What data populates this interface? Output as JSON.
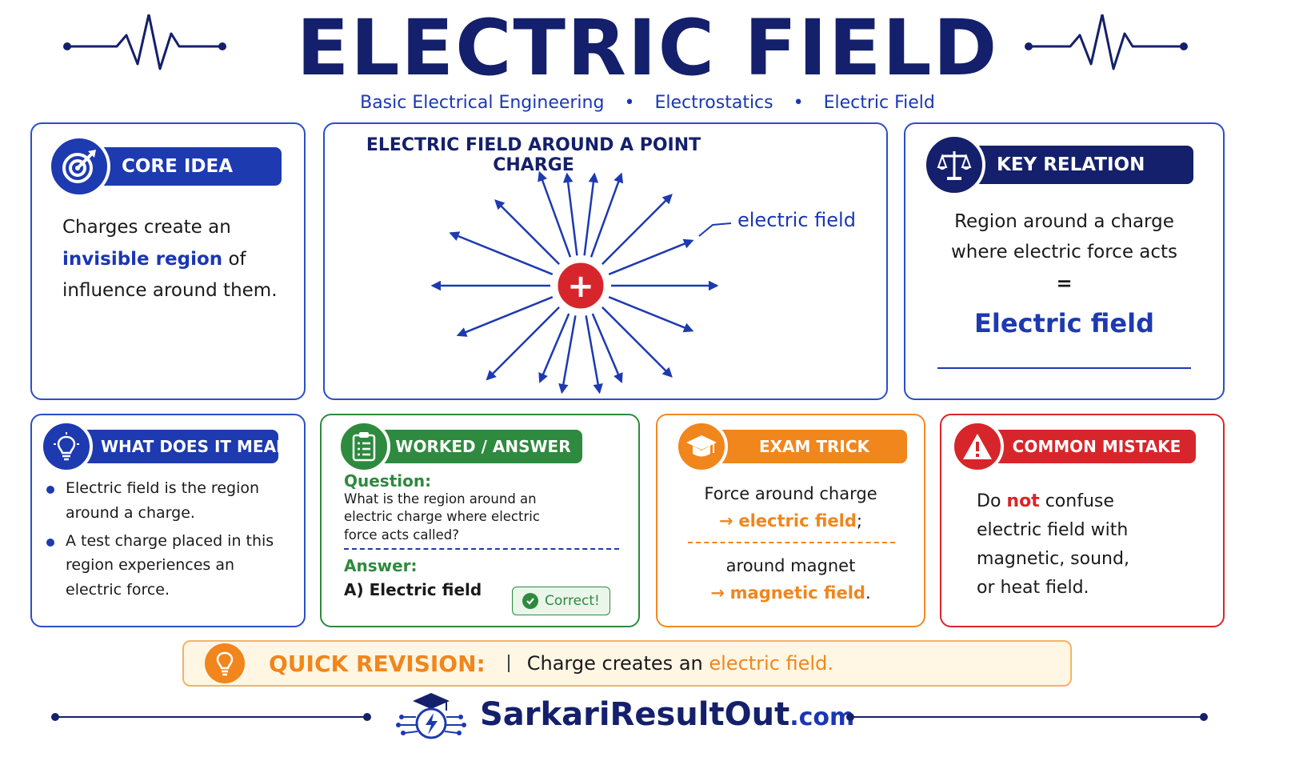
{
  "header": {
    "title": "ELECTRIC FIELD",
    "breadcrumb": [
      "Basic Electrical Engineering",
      "Electrostatics",
      "Electric Field"
    ],
    "separator": "•"
  },
  "core_idea": {
    "label": "CORE IDEA",
    "icon": "target-icon",
    "line1": "Charges create an",
    "highlight": "invisible region",
    "line2_rest": " of",
    "line3": "influence around them."
  },
  "diagram": {
    "title": "ELECTRIC FIELD AROUND A POINT CHARGE",
    "field_label": "electric field",
    "charge_symbol": "+"
  },
  "key_relation": {
    "label": "KEY RELATION",
    "icon": "scales-icon",
    "line1": "Region around a charge",
    "line2": "where electric force acts",
    "equals": "=",
    "result": "Electric field"
  },
  "meaning": {
    "label": "WHAT DOES IT MEAN?",
    "icon": "lightbulb-icon",
    "bullets": [
      "Electric field is the region around a charge.",
      "A test charge placed in this region experiences an electric force."
    ]
  },
  "worked": {
    "label": "WORKED / ANSWER",
    "icon": "clipboard-icon",
    "question_label": "Question:",
    "question": "What is the region around an electric charge where electric force acts called?",
    "answer_label": "Answer:",
    "answer": "A) Electric field",
    "correct": "Correct!"
  },
  "exam_trick": {
    "label": "EXAM TRICK",
    "icon": "graduation-cap-icon",
    "line1": "Force around charge",
    "arrow": "→",
    "result1": "electric field",
    "result1_suffix": ";",
    "line2": "around magnet",
    "result2": "magnetic field",
    "result2_suffix": "."
  },
  "mistake": {
    "label": "COMMON MISTAKE",
    "icon": "warning-icon",
    "pre": "Do ",
    "emph": "not",
    "post": " confuse",
    "line2": "electric field with",
    "line3": "magnetic, sound,",
    "line4": "or heat field."
  },
  "quick_revision": {
    "label": "QUICK REVISION:",
    "text": "Charge creates an ",
    "highlight": "electric field."
  },
  "footer": {
    "brand": "SarkariResultOut",
    "tld": ".com"
  },
  "colors": {
    "navy": "#14206b",
    "blue": "#1d3ab0",
    "green": "#2e8a3e",
    "orange": "#f0861c",
    "red": "#d6262b"
  }
}
